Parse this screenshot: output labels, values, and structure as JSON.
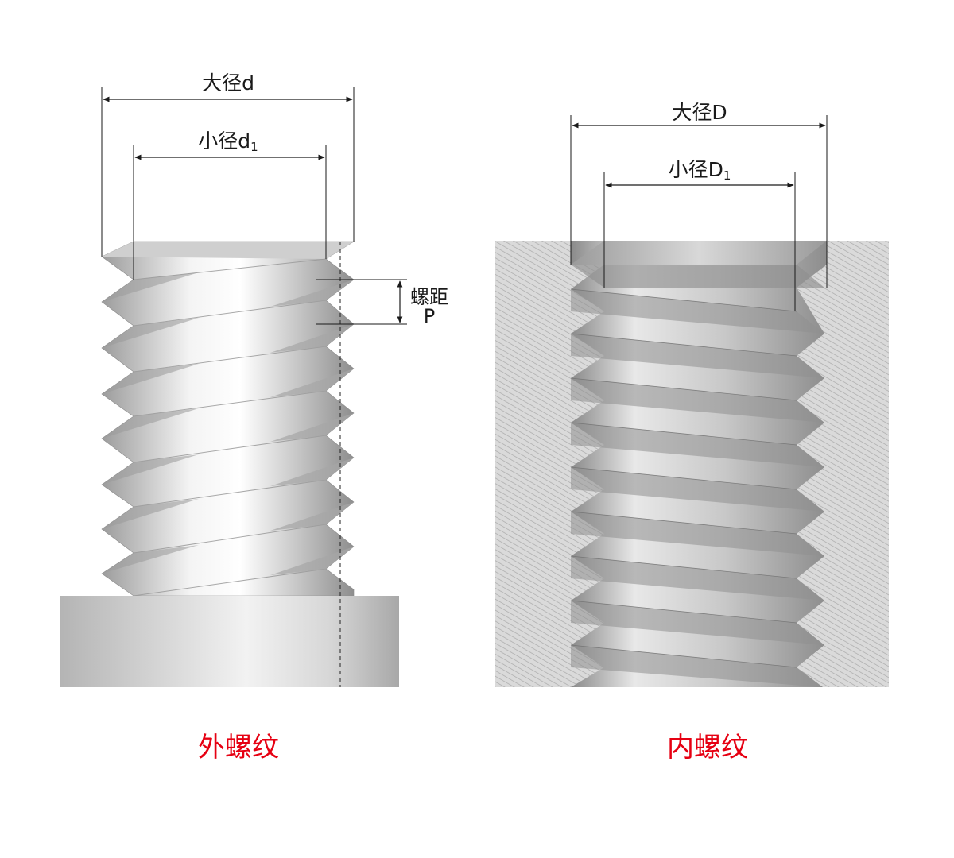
{
  "external": {
    "major_label": "大径d",
    "minor_label_main": "小径d",
    "minor_label_sub": "1",
    "pitch_label_line1": "螺距",
    "pitch_label_line2": "P",
    "caption": "外螺纹"
  },
  "internal": {
    "major_label": "大径D",
    "minor_label_main": "小径D",
    "minor_label_sub": "1",
    "caption": "内螺纹"
  },
  "colors": {
    "caption": "#e60012",
    "dimension_line": "#1a1a1a",
    "hatch_background": "#d9d9d9",
    "hatch_line": "#a6a6a6"
  },
  "icons": [
    "arrow-head-icon"
  ]
}
